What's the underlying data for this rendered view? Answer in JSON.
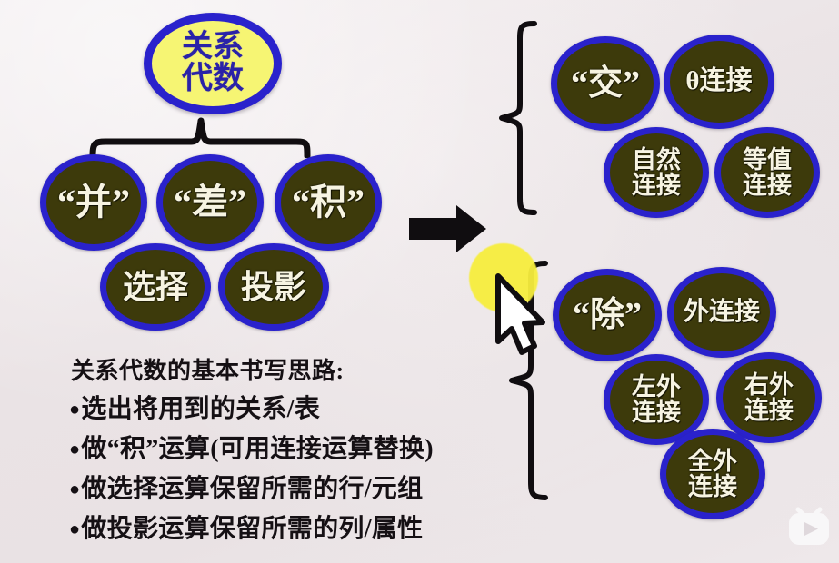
{
  "slide": {
    "background_color": "#ece5e7",
    "bubble_dark_fill": "#3d3a0b",
    "bubble_ring_color": "#2a22cc",
    "bubble_yellow_fill": "#f6f573",
    "highlight_color": "#f7ee3e"
  },
  "root": {
    "label_line1": "关系",
    "label_line2": "代数"
  },
  "basic_ops": [
    {
      "label": "“并”"
    },
    {
      "label": "“差”"
    },
    {
      "label": "“积”"
    },
    {
      "label": "选择"
    },
    {
      "label": "投影"
    }
  ],
  "join_group": [
    {
      "line1": "“交”",
      "line2": ""
    },
    {
      "line1": "θ连接",
      "line2": ""
    },
    {
      "line1": "自然",
      "line2": "连接"
    },
    {
      "line1": "等值",
      "line2": "连接"
    }
  ],
  "outer_join_group": [
    {
      "line1": "“除”",
      "line2": ""
    },
    {
      "line1": "外连接",
      "line2": ""
    },
    {
      "line1": "左外",
      "line2": "连接"
    },
    {
      "line1": "右外",
      "line2": "连接"
    },
    {
      "line1": "全外",
      "line2": "连接"
    }
  ],
  "notes": {
    "heading": "关系代数的基本书写思路:",
    "bullet_marker": "●",
    "items": [
      "选出将用到的关系/表",
      "做“积”运算(可用连接运算替换)",
      "做选择运算保留所需的行/元组",
      "做投影运算保留所需的列/属性"
    ]
  },
  "icons": {
    "arrow": "right-arrow-icon",
    "cursor": "mouse-pointer-icon",
    "halo": "click-highlight-icon",
    "watermark": "tv-play-logo-icon"
  }
}
